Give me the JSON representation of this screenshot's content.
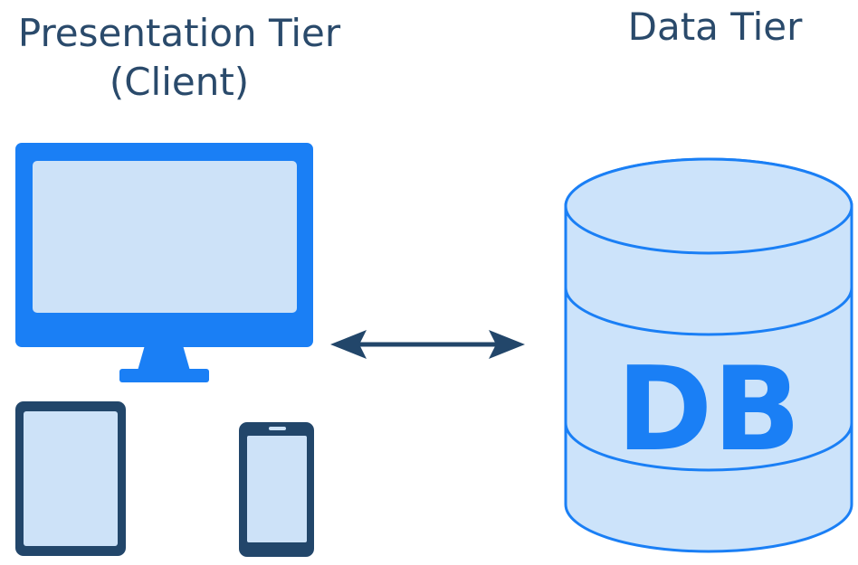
{
  "titles": {
    "presentation_line1": "Presentation Tier",
    "presentation_line2": "(Client)",
    "data": "Data Tier"
  },
  "database": {
    "label": "DB"
  },
  "colors": {
    "title_text": "#2a4a6b",
    "monitor_blue": "#1a7ff5",
    "screen_fill": "#cde2f8",
    "device_frame": "#22466a",
    "db_fill": "#cce3fa",
    "db_stroke": "#1a7ff5",
    "arrow": "#22466a"
  },
  "icons": [
    "desktop-monitor-icon",
    "tablet-icon",
    "smartphone-icon",
    "database-cylinder-icon",
    "bidirectional-arrow-icon"
  ]
}
